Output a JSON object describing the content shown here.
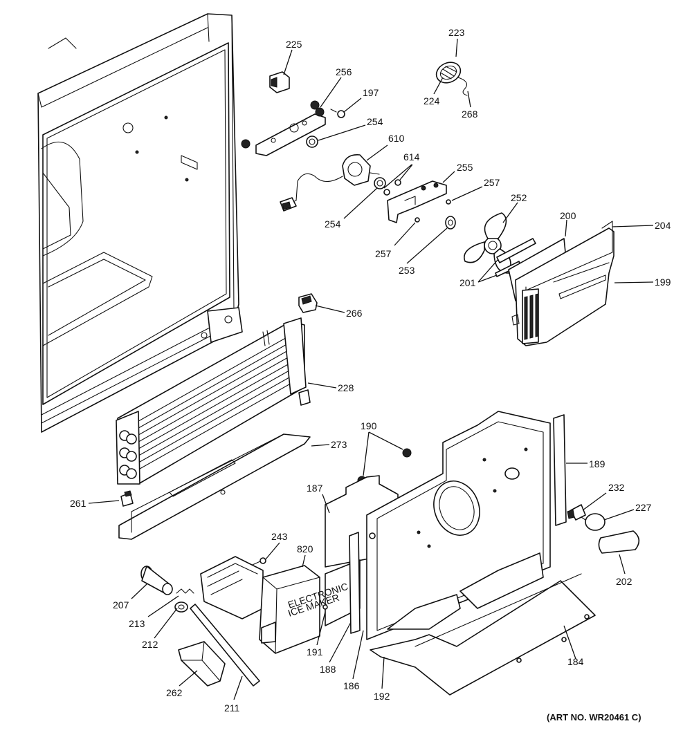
{
  "art_number": "(ART NO. WR20461 C)",
  "box_text": [
    "ELECTRONIC",
    "ICE MAKER"
  ],
  "callouts": {
    "c225": "225",
    "c256": "256",
    "c197": "197",
    "c254a": "254",
    "c223": "223",
    "c224": "224",
    "c268": "268",
    "c610": "610",
    "c614": "614",
    "c255": "255",
    "c257a": "257",
    "c254b": "254",
    "c257b": "257",
    "c253": "253",
    "c252": "252",
    "c200": "200",
    "c204": "204",
    "c201": "201",
    "c199": "199",
    "c266": "266",
    "c228": "228",
    "c273": "273",
    "c190": "190",
    "c189": "189",
    "c261": "261",
    "c187": "187",
    "c232": "232",
    "c227": "227",
    "c243": "243",
    "c820": "820",
    "c202": "202",
    "c207": "207",
    "c213": "213",
    "c212": "212",
    "c191": "191",
    "c188": "188",
    "c186": "186",
    "c184": "184",
    "c262": "262",
    "c211": "211",
    "c192": "192"
  }
}
